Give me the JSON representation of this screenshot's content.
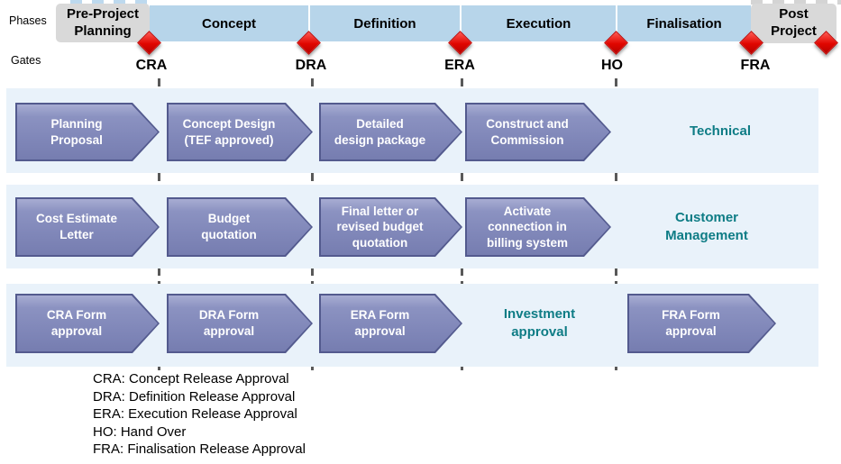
{
  "left_labels": {
    "phases": "Phases",
    "gates": "Gates"
  },
  "timeline": {
    "phases": [
      {
        "label": "Pre-Project\nPlanning"
      },
      {
        "label": "Concept"
      },
      {
        "label": "Definition"
      },
      {
        "label": "Execution"
      },
      {
        "label": "Finalisation"
      },
      {
        "label": "Post\nProject"
      }
    ],
    "gates": [
      {
        "label": "CRA"
      },
      {
        "label": "DRA"
      },
      {
        "label": "ERA"
      },
      {
        "label": "HO"
      },
      {
        "label": "FRA"
      }
    ]
  },
  "lanes": [
    {
      "category": "Technical",
      "steps": [
        "Planning\nProposal",
        "Concept Design\n(TEF approved)",
        "Detailed\ndesign package",
        "Construct and\nCommission"
      ]
    },
    {
      "category": "Customer\nManagement",
      "steps": [
        "Cost Estimate\nLetter",
        "Budget\nquotation",
        "Final letter or\nrevised budget\nquotation",
        "Activate\nconnection in\nbilling system"
      ]
    },
    {
      "category": "Investment\napproval",
      "steps": [
        "CRA Form\napproval",
        "DRA Form\napproval",
        "ERA Form\napproval",
        "FRA Form\napproval"
      ]
    }
  ],
  "legend": [
    "CRA: Concept Release Approval",
    "DRA: Definition Release Approval",
    "ERA: Execution Release Approval",
    "HO:  Hand Over",
    "FRA: Finalisation Release Approval"
  ],
  "colors": {
    "phase_bar_blue": "#b7d5ea",
    "phase_box_grey": "#d9d9d9",
    "lane_background": "#e9f2fa",
    "arrow_fill": "#7f86b8",
    "arrow_border": "#535a8e",
    "gate_diamond_red": "#e00600",
    "category_text_teal": "#0e7c85",
    "dashed_line_grey": "#595959"
  }
}
